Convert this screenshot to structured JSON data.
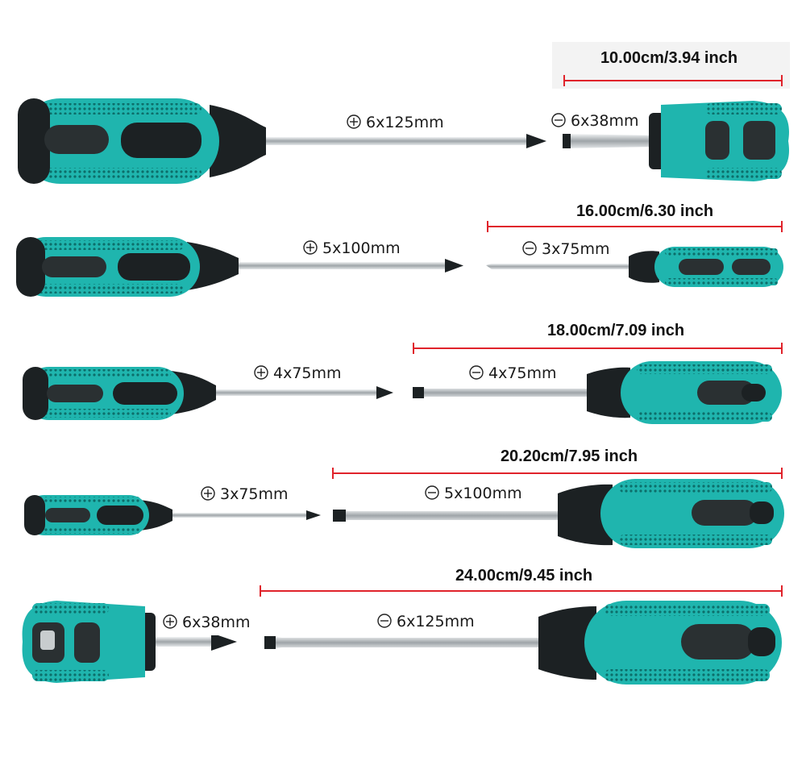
{
  "colors": {
    "teal": "#1fb5ae",
    "teal_dark": "#0e8c87",
    "black_grip": "#1c2123",
    "shaft": "#c9cdd0",
    "dimension_line": "#e0232b"
  },
  "rows": [
    {
      "left": {
        "type": "phillips",
        "spec": "6x125mm",
        "symbol": "plus-icon"
      },
      "right": {
        "type": "slotted",
        "spec": "6x38mm",
        "symbol": "minus-icon"
      },
      "dimension": "10.00cm/3.94 inch"
    },
    {
      "left": {
        "type": "phillips",
        "spec": "5x100mm",
        "symbol": "plus-icon"
      },
      "right": {
        "type": "slotted",
        "spec": "3x75mm",
        "symbol": "minus-icon"
      },
      "dimension": "16.00cm/6.30 inch"
    },
    {
      "left": {
        "type": "phillips",
        "spec": "4x75mm",
        "symbol": "plus-icon"
      },
      "right": {
        "type": "slotted",
        "spec": "4x75mm",
        "symbol": "minus-icon"
      },
      "dimension": "18.00cm/7.09 inch"
    },
    {
      "left": {
        "type": "phillips",
        "spec": "3x75mm",
        "symbol": "plus-icon"
      },
      "right": {
        "type": "slotted",
        "spec": "5x100mm",
        "symbol": "minus-icon"
      },
      "dimension": "20.20cm/7.95 inch"
    },
    {
      "left": {
        "type": "phillips",
        "spec": "6x38mm",
        "symbol": "plus-icon"
      },
      "right": {
        "type": "slotted",
        "spec": "6x125mm",
        "symbol": "minus-icon"
      },
      "dimension": "24.00cm/9.45 inch"
    }
  ]
}
